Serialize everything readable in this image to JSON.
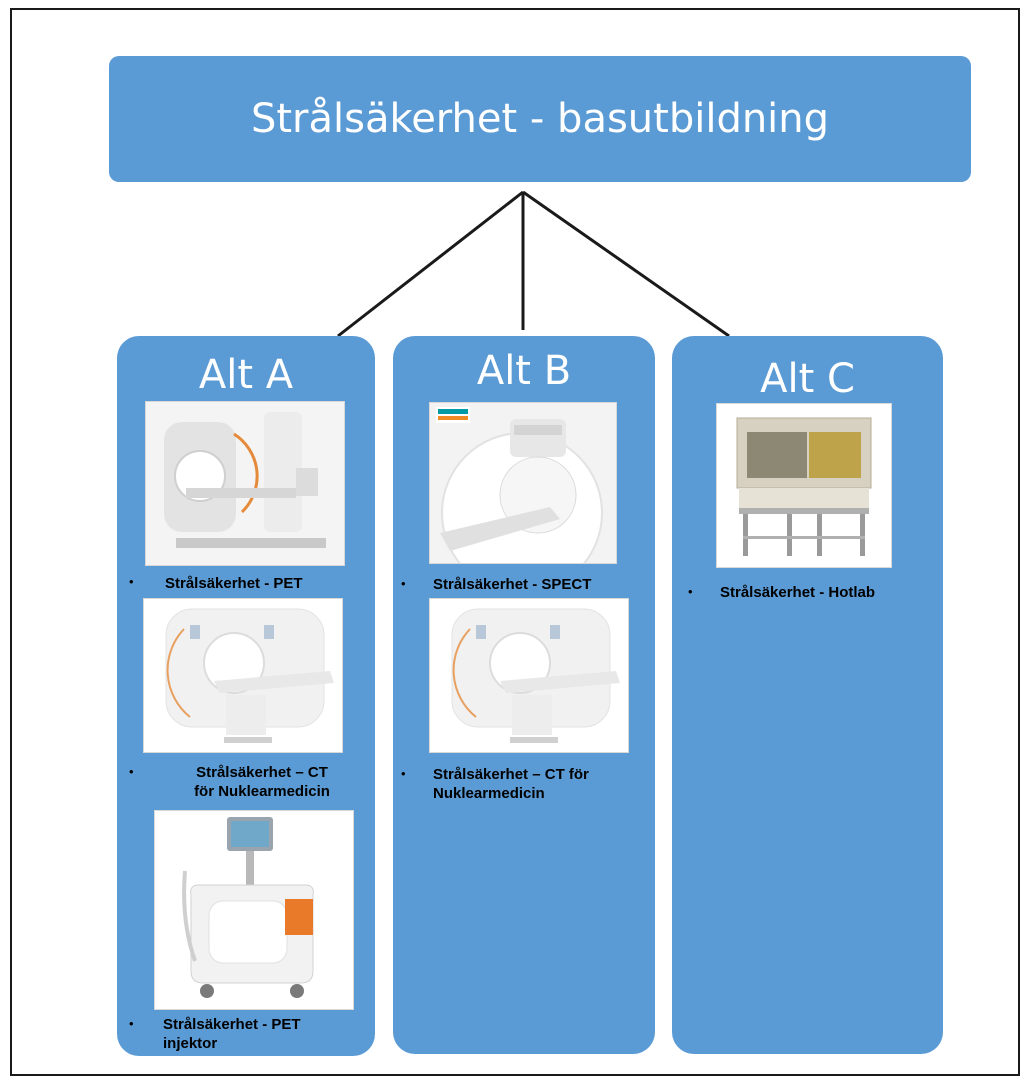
{
  "diagram": {
    "title": "Strålsäkerhet - basutbildning",
    "bullet": "•",
    "columns": [
      {
        "title": "Alt A",
        "items": [
          {
            "image": "pet-ct-scanner-image",
            "label": "Strålsäkerhet - PET"
          },
          {
            "image": "ct-scanner-image",
            "label_line1": "Strålsäkerhet – CT",
            "label_line2": "för Nuklearmedicin"
          },
          {
            "image": "pet-injector-image",
            "label_line1": "Strålsäkerhet - PET",
            "label_line2": "injektor"
          }
        ]
      },
      {
        "title": "Alt B",
        "items": [
          {
            "image": "spect-scanner-image",
            "label": "Strålsäkerhet - SPECT"
          },
          {
            "image": "ct-scanner-image",
            "label_line1": "Strålsäkerhet – CT för",
            "label_line2": "Nuklearmedicin"
          }
        ]
      },
      {
        "title": "Alt C",
        "items": [
          {
            "image": "hotlab-fume-hood-image",
            "label": "Strålsäkerhet - Hotlab"
          }
        ]
      }
    ]
  },
  "colors": {
    "box": "#5b9bd5",
    "box_text": "#ffffff",
    "connector": "#1a1a1a"
  }
}
